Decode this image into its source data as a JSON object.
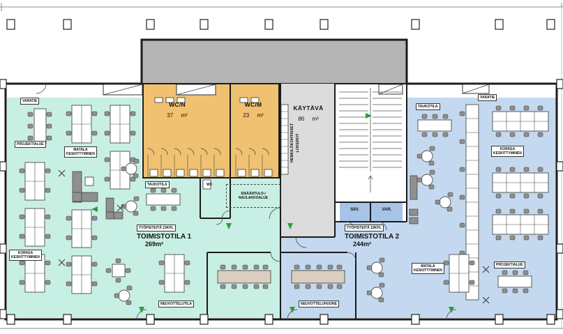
{
  "colors": {
    "office1": "#c8efe4",
    "office2": "#c4d9f0",
    "wc": "#f0c170",
    "corridor": "#dcdcdc",
    "shaft": "#b5b5b5",
    "small_room": "#a6c4e6",
    "exit_green": "#2e9b3e"
  },
  "rooms": {
    "office1": {
      "note": "TYÖPISTEITÄ 23KPL",
      "name": "TOIMISTOTILA 1",
      "area": "269m²"
    },
    "office2": {
      "note": "TYÖPISTEITÄ 18KPL",
      "name": "TOIMISTOTILA 2",
      "area": "244m²"
    },
    "wc_n": {
      "name": "WC/N",
      "area": "37     m²"
    },
    "wc_m": {
      "name": "WC/M",
      "area": "23     m²"
    },
    "corridor": {
      "name": "KÄYTÄVÄ",
      "area": "86     m²"
    },
    "cleaning": {
      "name": "SIIV."
    },
    "storage": {
      "name": "VAR."
    },
    "small_wc": {
      "name": "WC"
    }
  },
  "labels": {
    "varatie_left": "VARATIE",
    "varatie_right": "VARATIE",
    "projektialue_left": "PROJEKTIALUE",
    "projektialue_right": "PROJEKTIALUE",
    "matala": [
      "MATALA",
      "KESKITTYMINEN"
    ],
    "korkea": [
      "KORKEA",
      "KESKITTYMINEN"
    ],
    "taukotila_left": "TAUKOTILA",
    "taukotila_right": "TAUKOTILA",
    "entrance": [
      "SISÄÄNTULO-/",
      "NAULAKKOALUE"
    ],
    "lockers": [
      "HENKILÖKOHTAISET",
      "LOKEROT"
    ],
    "meeting1": "NEUVOTTELUTILA",
    "meeting2": "NEUVOTTELUHUONE"
  }
}
